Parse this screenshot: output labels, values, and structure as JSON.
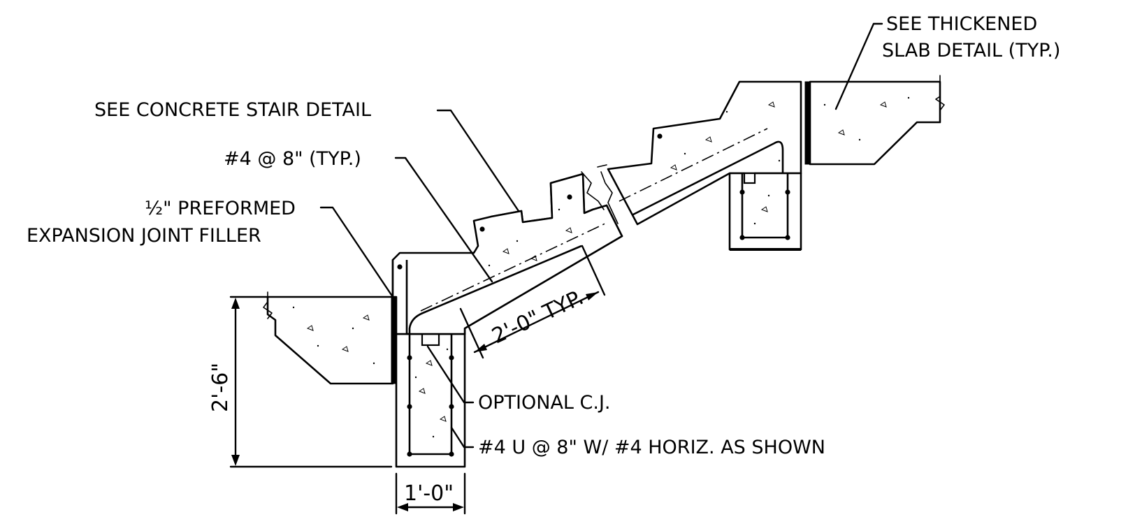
{
  "labels": {
    "thickened_slab_1": "SEE THICKENED",
    "thickened_slab_2": "SLAB DETAIL (TYP.)",
    "stair_detail": "SEE CONCRETE STAIR DETAIL",
    "rebar_spacing": "#4 @ 8\" (TYP.)",
    "expansion_1": "½\" PREFORMED",
    "expansion_2": "EXPANSION JOINT FILLER",
    "optional_cj": "OPTIONAL C.J.",
    "u_bars": "#4 U @ 8\" W/ #4 HORIZ. AS SHOWN"
  },
  "dimensions": {
    "slab_length": "2'-0\" TYP.",
    "footing_depth": "2'-6\"",
    "footing_width": "1'-0\""
  }
}
